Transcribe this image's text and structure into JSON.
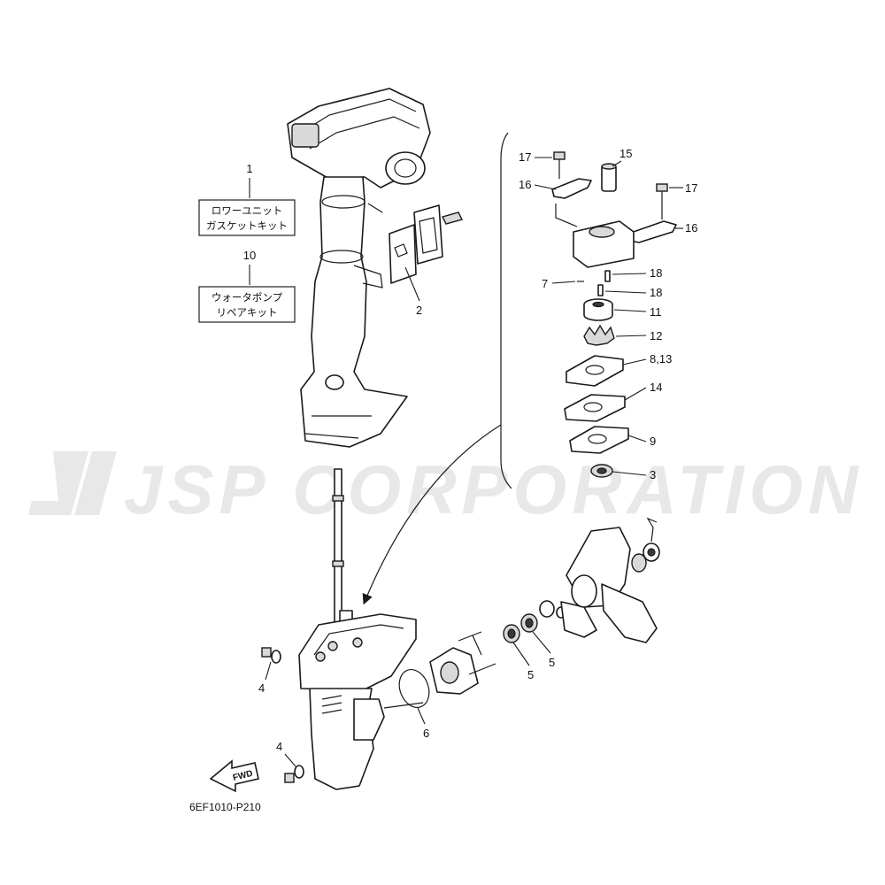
{
  "watermark": "JSP CORPORATION",
  "diagram_code": "6EF1010-P210",
  "fwd_label": "FWD",
  "kits": [
    {
      "ref": "1",
      "line1": "ロワーユニット",
      "line2": "ガスケットキット"
    },
    {
      "ref": "10",
      "line1": "ウォータポンプ",
      "line2": "リペアキット"
    }
  ],
  "callouts": {
    "c2": "2",
    "c17a": "17",
    "c15": "15",
    "c16a": "16",
    "c17b": "17",
    "c16b": "16",
    "c7": "7",
    "c18a": "18",
    "c18b": "18",
    "c11": "11",
    "c12": "12",
    "c8_13": "8,13",
    "c14": "14",
    "c9": "9",
    "c3": "3",
    "c4a": "4",
    "c4b": "4",
    "c6": "6",
    "c5a": "5",
    "c5b": "5"
  }
}
